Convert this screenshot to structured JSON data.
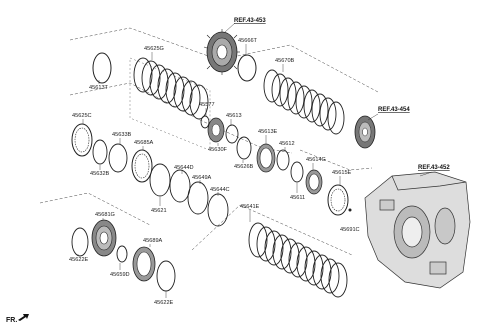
{
  "diagram": {
    "refs": {
      "ref_453": "REF.43-453",
      "ref_454": "REF.43-454",
      "ref_452": "REF.43-452"
    },
    "direction_label": "FR.",
    "parts": {
      "p45625G": "45625G",
      "p45613T": "45613T",
      "p45666T": "45666T",
      "p45670B": "45670B",
      "p45577": "45577",
      "p45613": "45613",
      "p45630F": "45630F",
      "p45626B": "45626B",
      "p45613E": "45613E",
      "p45612": "45612",
      "p45614G": "45614G",
      "p45611": "45611",
      "p45615E": "45615E",
      "p45691C": "45691C",
      "p45625C": "45625C",
      "p45633B": "45633B",
      "p45685A": "45685A",
      "p45632B": "45632B",
      "p45644D": "45644D",
      "p45621": "45621",
      "p45649A": "45649A",
      "p45644C": "45644C",
      "p45641E": "45641E",
      "p45681G": "45681G",
      "p45689A": "45689A",
      "p45622E_left": "45622E",
      "p45659D": "45659D",
      "p45622E_bottom": "45622E"
    }
  }
}
